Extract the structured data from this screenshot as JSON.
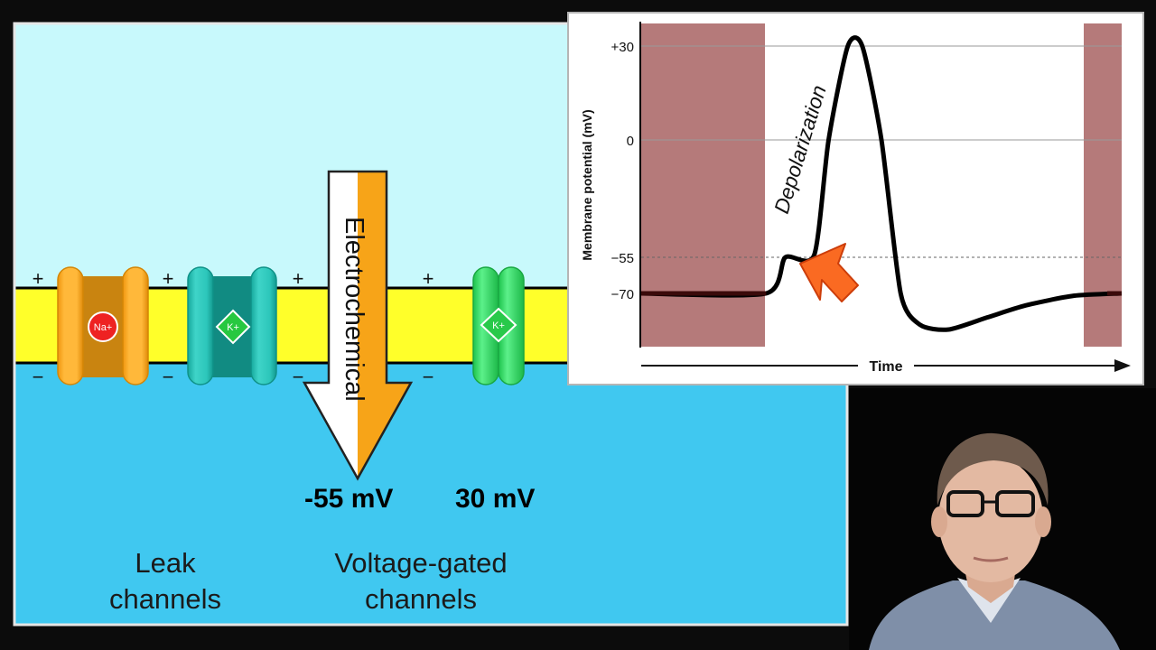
{
  "membrane": {
    "charges_top": [
      "+",
      "+",
      "+",
      "+"
    ],
    "charges_bottom": [
      "−",
      "−",
      "−",
      "−"
    ],
    "channels": [
      {
        "ion": "Na+",
        "kind": "leak"
      },
      {
        "ion": "K+",
        "kind": "leak"
      },
      {
        "ion": "K+",
        "kind": "voltage-gated"
      }
    ],
    "arrow_label": "Electrochemical",
    "voltage_values": [
      "-55 mV",
      "30 mV"
    ],
    "group_labels": [
      {
        "line1": "Leak",
        "line2": "channels"
      },
      {
        "line1": "Voltage-gated",
        "line2": "channels"
      }
    ]
  },
  "graph": {
    "ylabel": "Membrane potential (mV)",
    "xlabel": "Time",
    "y_ticks": [
      "+30",
      "0",
      "−55",
      "−70"
    ],
    "annotation": "Depolarization"
  },
  "chart_data": {
    "type": "line",
    "title": "",
    "xlabel": "Time",
    "ylabel": "Membrane potential (mV)",
    "y_ticks": [
      30,
      0,
      -55,
      -70
    ],
    "threshold": -55,
    "annotation": "Depolarization",
    "series": [
      {
        "x": [
          0,
          1.3,
          1.5,
          1.8,
          1.95,
          2.15,
          2.3,
          2.5,
          2.7,
          2.9,
          3.2,
          3.6,
          4.0,
          4.5,
          5.0
        ],
        "y": [
          -70,
          -70,
          -55,
          -54,
          0,
          30,
          30,
          0,
          -70,
          -83,
          -85,
          -80,
          -75,
          -71,
          -70
        ]
      }
    ],
    "shaded_regions": [
      [
        0,
        1.3
      ],
      [
        4.85,
        5.0
      ]
    ]
  },
  "colors": {
    "extracellular": "#c8f9fc",
    "intracellular": "#40c8f0",
    "membrane": "#ffff2a",
    "na_channel": "#f7a418",
    "k_leak_channel": "#19b5a9",
    "k_gated_channel": "#29d65a",
    "arrow": "#f7a418",
    "shade": "#b57a7a",
    "highlight_arrow": "#fa6a22"
  },
  "presenter": "presenter-video-feed"
}
